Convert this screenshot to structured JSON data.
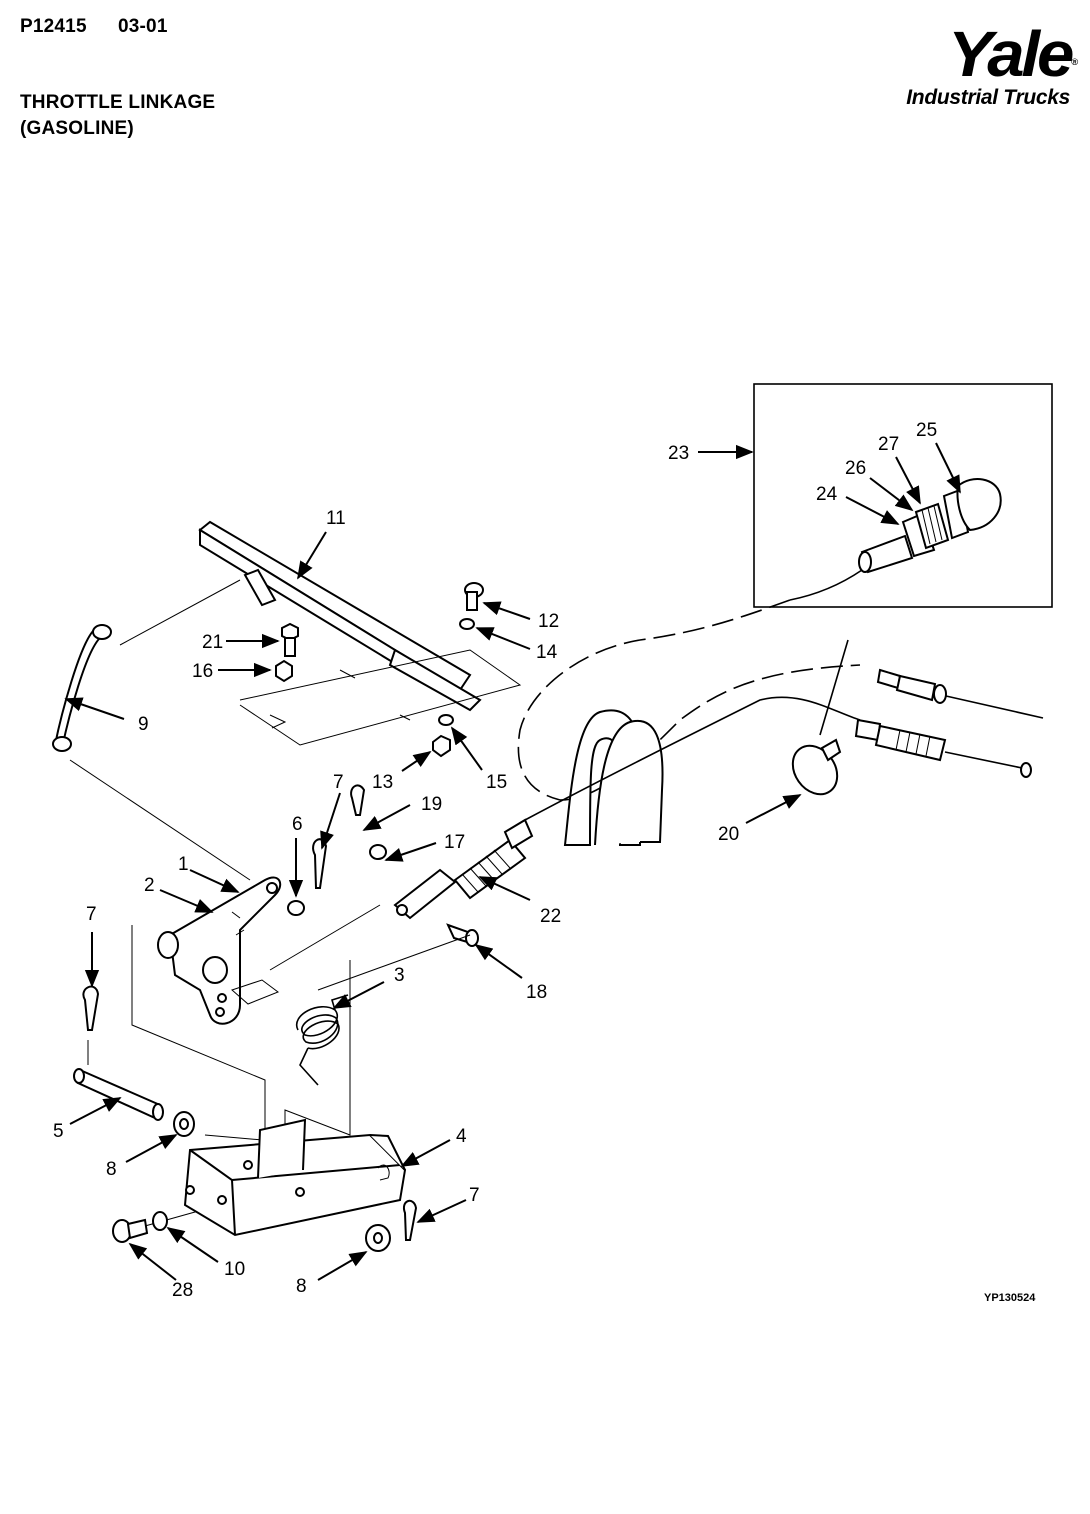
{
  "header": {
    "doc_code": "P12415",
    "date": "03-01",
    "title_line1": "THROTTLE LINKAGE",
    "title_line2": "(GASOLINE)"
  },
  "logo": {
    "brand": "Yale",
    "registered": "®",
    "subtitle": "Industrial Trucks"
  },
  "callouts": {
    "c1": "1",
    "c2": "2",
    "c3": "3",
    "c4": "4",
    "c5": "5",
    "c6": "6",
    "c7a": "7",
    "c7b": "7",
    "c7c": "7",
    "c8a": "8",
    "c8b": "8",
    "c9": "9",
    "c10": "10",
    "c11": "11",
    "c12": "12",
    "c13": "13",
    "c14": "14",
    "c15": "15",
    "c16": "16",
    "c17": "17",
    "c18": "18",
    "c19": "19",
    "c20": "20",
    "c21": "21",
    "c22": "22",
    "c23": "23",
    "c24": "24",
    "c25": "25",
    "c26": "26",
    "c27": "27",
    "c28": "28"
  },
  "figure_ref": "YP130524"
}
